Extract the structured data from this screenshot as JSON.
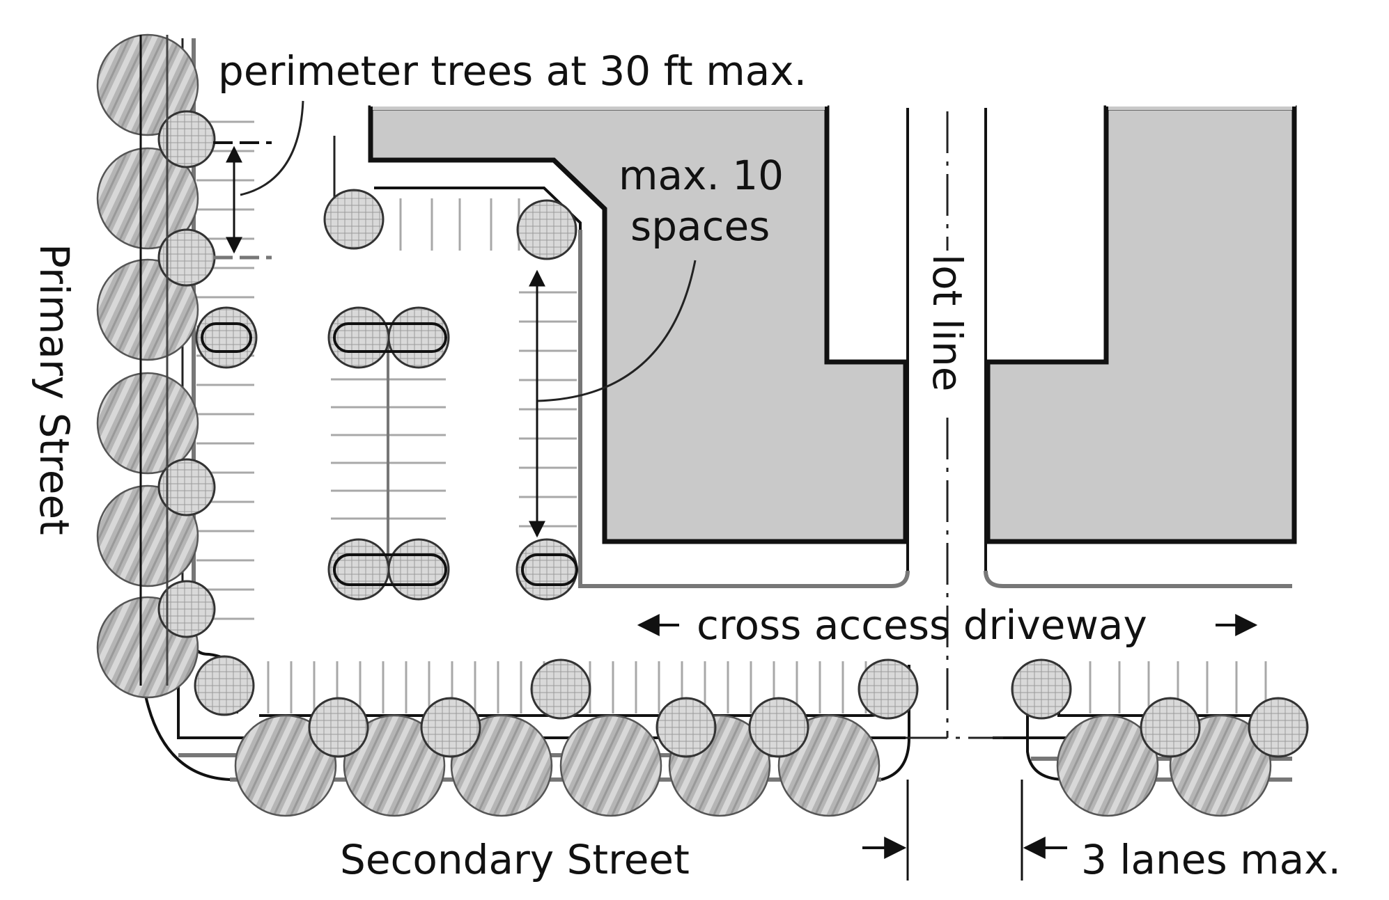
{
  "diagram": {
    "title": "Parking lot landscaping and cross access diagram",
    "labels": {
      "perimeter_trees": "perimeter trees at 30 ft max.",
      "max_spaces_line1": "max. 10",
      "max_spaces_line2": "spaces",
      "lot_line": "lot line",
      "primary_street": "Primary Street",
      "secondary_street": "Secondary Street",
      "cross_access": "cross access driveway",
      "lanes_max": "3 lanes max."
    },
    "legend": {
      "building_color": "#c9c9c9",
      "street_tree_color": "#a9a9a9",
      "parking_tree_color": "#d6d6d6",
      "line_color": "#111111"
    },
    "elements": {
      "buildings": [
        "building-left-lot",
        "building-right-lot"
      ],
      "street_tree_rows": [
        "primary-street-trees",
        "secondary-street-trees"
      ],
      "parking_islands": 8,
      "arrows": [
        "perimeter-spacing-dimension",
        "max-spaces-dimension",
        "cross-access-arrows",
        "lane-width-dimension"
      ]
    }
  }
}
